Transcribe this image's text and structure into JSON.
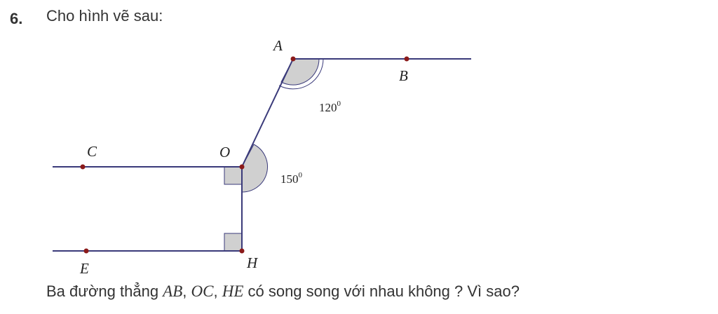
{
  "header": {
    "number": "6.",
    "prompt": "Cho hình vẽ sau:"
  },
  "figure": {
    "points": {
      "A": "A",
      "B": "B",
      "C": "C",
      "O": "O",
      "E": "E",
      "H": "H"
    },
    "angles": {
      "angle_A": {
        "value": "120",
        "degree": "0"
      },
      "angle_O": {
        "value": "150",
        "degree": "0"
      }
    }
  },
  "question": {
    "before": "Ba đường thẳng ",
    "ab": "AB",
    "comma1": ", ",
    "oc": "OC",
    "comma2": ", ",
    "he": "HE",
    "after": " có song song với nhau không ? Vì sao?"
  },
  "colors": {
    "line": "#3a3a7a",
    "point": "#8b1a1a",
    "angle_fill": "#d0d0d0",
    "text": "#333333"
  }
}
